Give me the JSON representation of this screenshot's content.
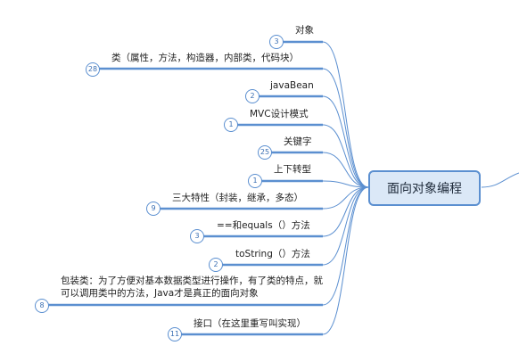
{
  "central": {
    "label": "面向对象编程"
  },
  "topics": [
    {
      "label": "对象",
      "count": "3"
    },
    {
      "label": "类（属性，方法，构造器，内部类，代码块）",
      "count": "28"
    },
    {
      "label": "javaBean",
      "count": "2"
    },
    {
      "label": "MVC设计模式",
      "count": "1"
    },
    {
      "label": "关键字",
      "count": "25"
    },
    {
      "label": "上下转型",
      "count": "1"
    },
    {
      "label": "三大特性（封装，继承，多态）",
      "count": "9"
    },
    {
      "label": "==和equals（）方法",
      "count": "3"
    },
    {
      "label": "toString（）方法",
      "count": "2"
    },
    {
      "label": "包装类：为了方便对基本数据类型进行操作，有了类的特点，就可以调用类中的方法，Java才是真正的面向对象",
      "count": "8"
    },
    {
      "label": "接口（在这里重写叫实现）",
      "count": "11"
    }
  ],
  "colors": {
    "branch": "#5b8fd0",
    "central_fill": "#dbe8f7",
    "badge_text": "#3b6fb3"
  }
}
